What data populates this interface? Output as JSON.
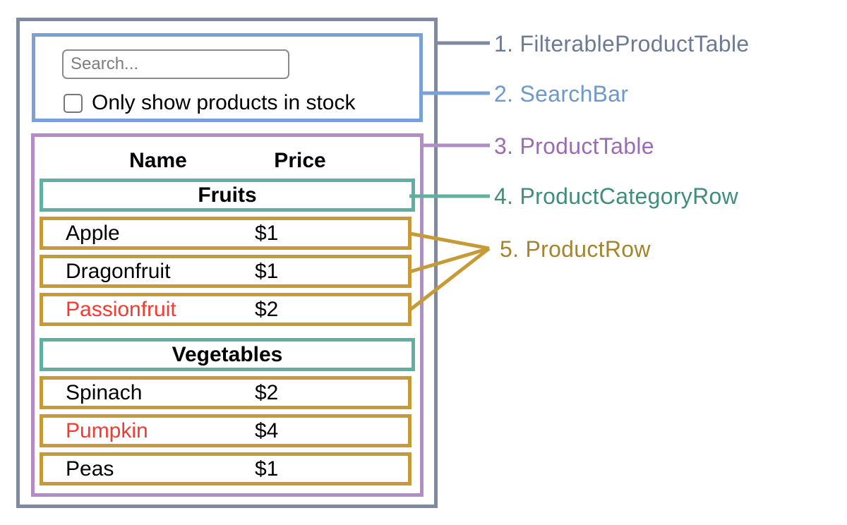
{
  "diagram": {
    "labels": [
      {
        "text": "1. FilterableProductTable",
        "color": "#6D7A92"
      },
      {
        "text": "2. SearchBar",
        "color": "#6D98CD"
      },
      {
        "text": "3. ProductTable",
        "color": "#9B6CB4"
      },
      {
        "text": "4. ProductCategoryRow",
        "color": "#3F8E7C"
      },
      {
        "text": "5. ProductRow",
        "color": "#A6842B"
      }
    ]
  },
  "search_bar": {
    "input_placeholder": "Search...",
    "input_value": "",
    "checkbox_label": "Only show products in stock",
    "checkbox_checked": false
  },
  "product_table": {
    "columns": [
      "Name",
      "Price"
    ],
    "sections": [
      {
        "category": "Fruits",
        "rows": [
          {
            "name": "Apple",
            "price": "$1",
            "red": false
          },
          {
            "name": "Dragonfruit",
            "price": "$1",
            "red": false
          },
          {
            "name": "Passionfruit",
            "price": "$2",
            "red": true
          }
        ]
      },
      {
        "category": "Vegetables",
        "rows": [
          {
            "name": "Spinach",
            "price": "$2",
            "red": false
          },
          {
            "name": "Pumpkin",
            "price": "$4",
            "red": true
          },
          {
            "name": "Peas",
            "price": "$1",
            "red": false
          }
        ]
      }
    ]
  },
  "colors": {
    "filterable_product_table_border": "#7F8AA2",
    "search_bar_border": "#7AA1D6",
    "product_table_border": "#B18CC7",
    "product_category_row_border": "#5FB0A0",
    "product_row_border": "#C69A36",
    "red_item_text": "#F43B2F",
    "input_border": "#8a8a8a"
  }
}
